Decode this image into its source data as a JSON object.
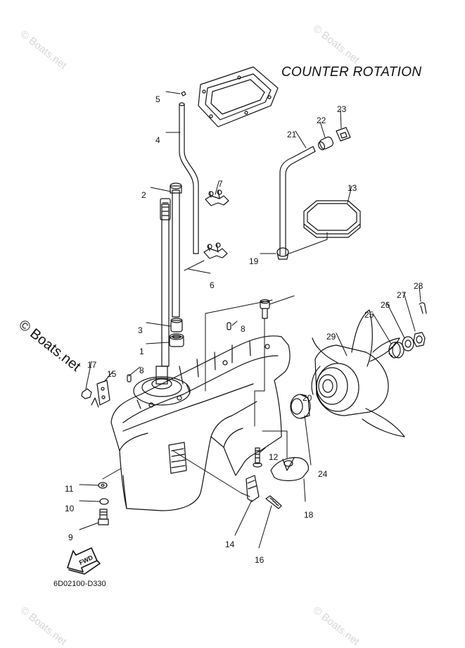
{
  "title": "COUNTER ROTATION",
  "diagram_code": "6D02100-D330",
  "watermark": "© Boats.net",
  "fwd_label": "FWD",
  "callouts": [
    "1",
    "2",
    "3",
    "4",
    "5",
    "6",
    "7",
    "8",
    "8",
    "9",
    "10",
    "11",
    "12",
    "13",
    "14",
    "15",
    "16",
    "17",
    "18",
    "19",
    "20",
    "21",
    "22",
    "23",
    "24",
    "25",
    "26",
    "27",
    "28",
    "29"
  ]
}
